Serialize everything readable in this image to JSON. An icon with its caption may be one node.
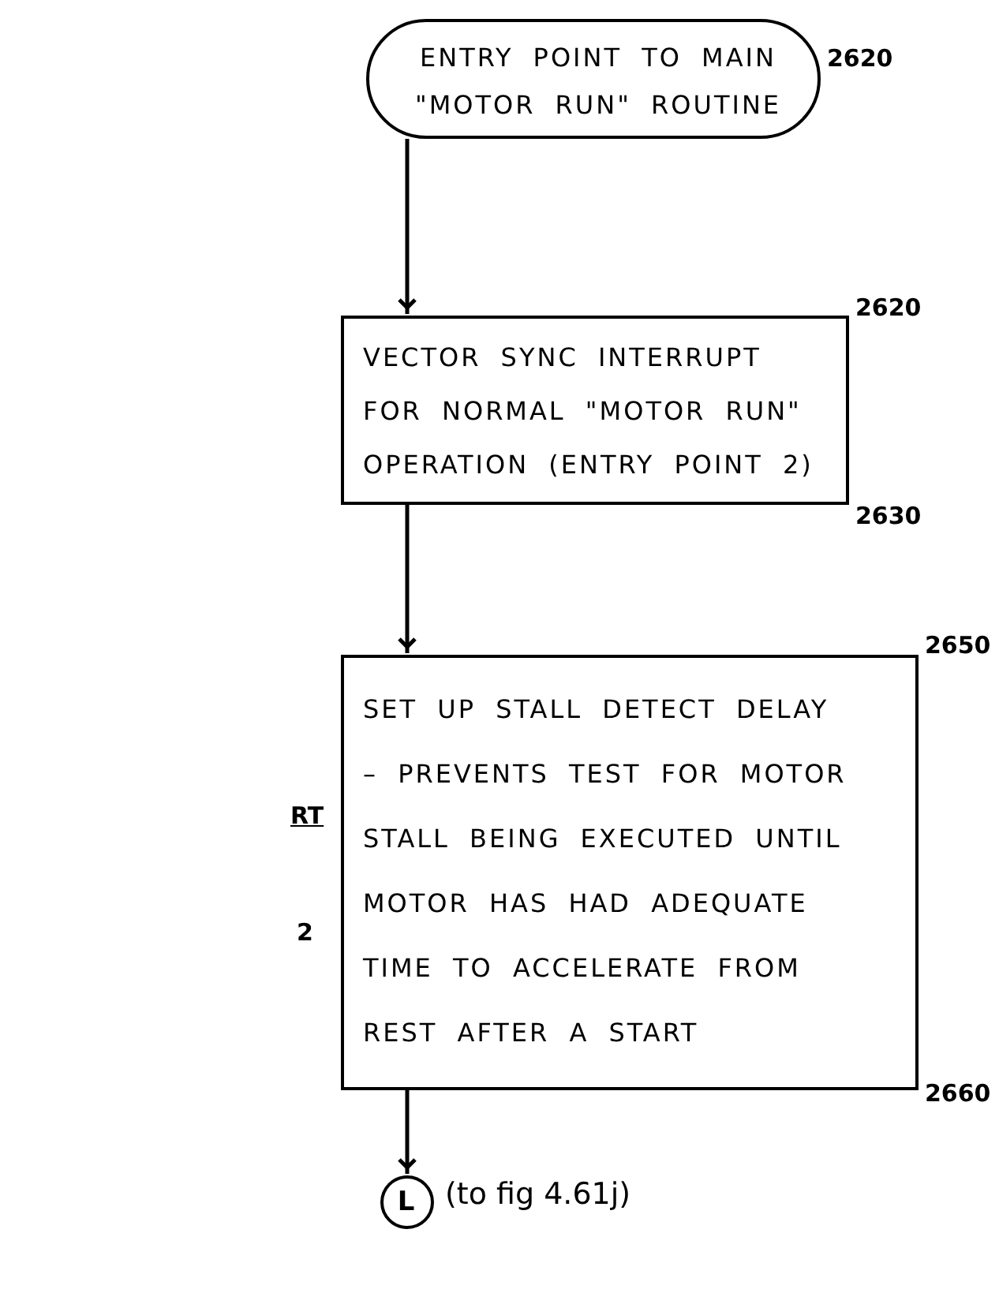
{
  "diagram": {
    "nodes": [
      {
        "text": [
          "ENTRY POINT TO MAIN \"MOTOR RUN\" ROUTINE"
        ],
        "beside": [
          "2620"
        ]
      },
      {
        "text": [
          "VECTOR SYNC INTERRUPT FOR NORMAL \"MOTOR RUN\" OPERATION (ENTRY POINT 2)"
        ],
        "beside": [
          "2620",
          "2630"
        ]
      },
      {
        "text": [
          "SET UP STALL DETECT DELAY – PREVENTS TEST FOR MOTOR STALL BEING EXECUTED UNTIL MOTOR HAS HAD ADEQUATE TIME TO ACCELERATE FROM REST AFTER A START"
        ],
        "beside": [
          "2650",
          "2660"
        ]
      },
      {
        "text": [
          "L"
        ],
        "beside": [
          "(to fig 4.61j)"
        ]
      }
    ],
    "edges": [
      {
        "from": 0,
        "to": 1,
        "arrow": "to"
      },
      {
        "from": 1,
        "to": 2,
        "arrow": "to"
      },
      {
        "from": 2,
        "to": 3,
        "arrow": "to"
      }
    ],
    "labels": [
      "RT",
      "2"
    ]
  }
}
